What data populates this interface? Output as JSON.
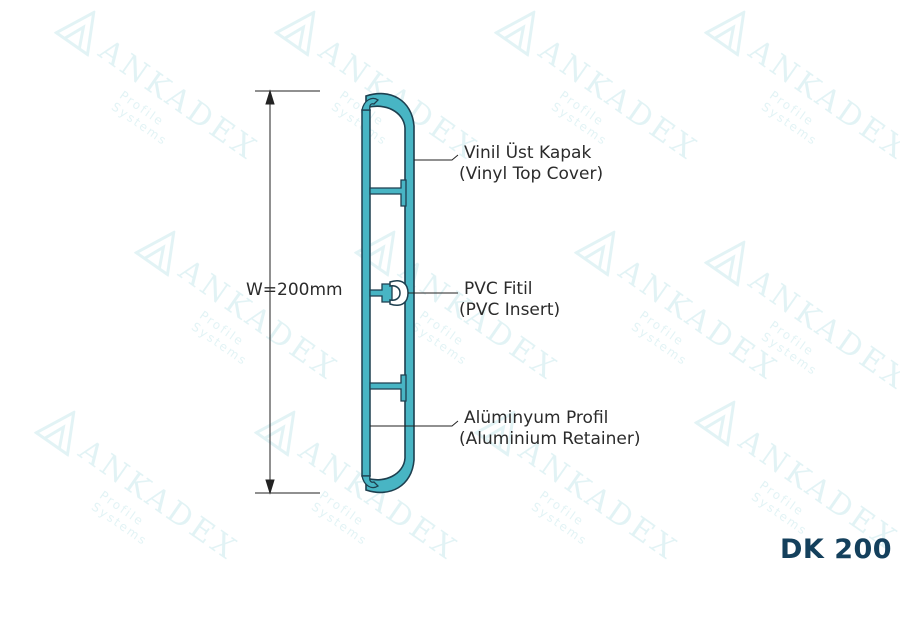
{
  "watermark": {
    "brand": "ANKADEX",
    "tagline": "Profile Systems",
    "color": "#2aa7b6"
  },
  "dimension": {
    "label": "W=200mm"
  },
  "callouts": [
    {
      "line1": "Vinil Üst Kapak",
      "line2": "(Vinyl Top Cover)"
    },
    {
      "line1": "PVC Fitil",
      "line2": "(PVC Insert)"
    },
    {
      "line1": "Alüminyum Profil",
      "line2": "(Aluminium Retainer)"
    }
  ],
  "model_code": "DK 200",
  "colors": {
    "profile_stroke": "#1d3f4f",
    "profile_fill": "#48b5c4",
    "text": "#2b2b2b",
    "code": "#14405c"
  }
}
